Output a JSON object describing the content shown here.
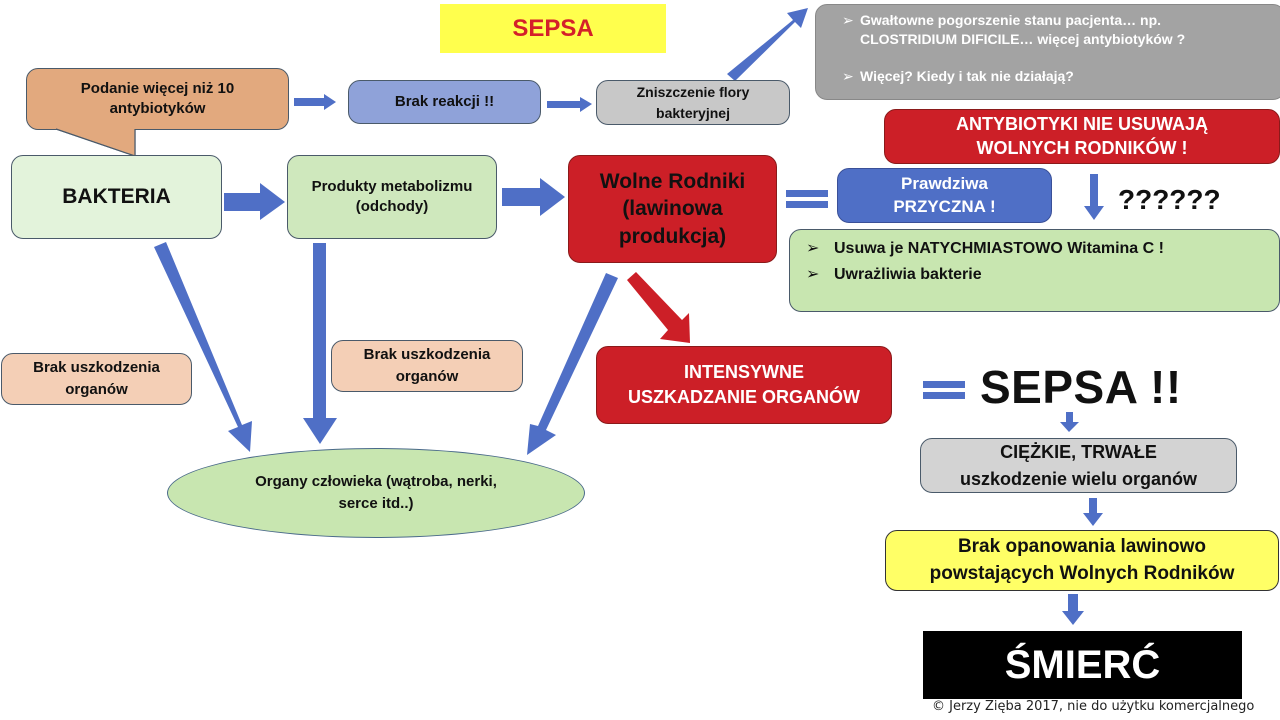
{
  "title": "SEPSA",
  "colors": {
    "arrow_blue": "#4f6fc6",
    "arrow_red": "#cc1f27",
    "title_bg": "#ffff4d",
    "title_text": "#d4202a"
  },
  "nodes": {
    "antibiotics": [
      "Podanie więcej niż 10",
      "antybiotyków"
    ],
    "brak_reakcji": "Brak reakcji !!",
    "zniszczenie": [
      "Zniszczenie flory",
      "bakteryjnej"
    ],
    "gray_list": [
      {
        "bullet": "➢",
        "lines": [
          "Gwałtowne pogorszenie stanu pacjenta… np.",
          "CLOSTRIDIUM DIFICILE… więcej antybiotyków ?"
        ]
      },
      {
        "bullet": "➢",
        "lines": [
          "Więcej? Kiedy i tak nie działają?"
        ]
      }
    ],
    "anty_red": [
      "ANTYBIOTYKI NIE USUWAJĄ",
      "WOLNYCH RODNIKÓW !"
    ],
    "bakteria": "BAKTERIA",
    "produkty": [
      "Produkty metabolizmu",
      "(odchody)"
    ],
    "wolne": [
      "Wolne Rodniki",
      "(lawinowa",
      "produkcja)"
    ],
    "prawdziwa": [
      "Prawdziwa",
      "PRZYCZNA !"
    ],
    "question": "??????",
    "green_list": [
      {
        "bullet": "➢",
        "text": "Usuwa je NATYCHMIASTOWO Witamina C !"
      },
      {
        "bullet": "➢",
        "text": "Uwrażliwia bakterie"
      }
    ],
    "brak_usz_1": [
      "Brak uszkodzenia",
      "organów"
    ],
    "brak_usz_2": [
      "Brak uszkodzenia",
      "organów"
    ],
    "intensywne": [
      "INTENSYWNE",
      "USZKADZANIE ORGANÓW"
    ],
    "organy": [
      "Organy człowieka (wątroba, nerki,",
      "serce itd..)"
    ],
    "sepsa_big": "SEPSA !!",
    "ciezkie": [
      "CIĘŻKIE, TRWAŁE",
      "uszkodzenie wielu organów"
    ],
    "brak_opanowania": [
      "Brak opanowania lawinowo",
      "powstających Wolnych Rodników"
    ],
    "smierc": "ŚMIERĆ"
  },
  "footer": {
    "copyright": "©  Jerzy Zięba 2017, nie do użytku komercjalnego"
  }
}
